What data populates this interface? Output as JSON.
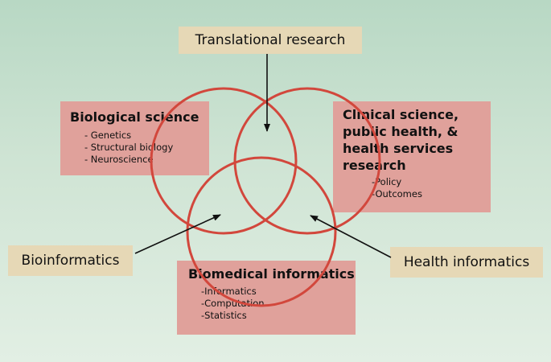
{
  "colors": {
    "circle_stroke": "#d2473c",
    "box_pink": "#e0a19b",
    "box_tan": "#e6d8b6",
    "arrow": "#111111",
    "background_top": "#b8d8c4",
    "background_bottom": "#e2efe4"
  },
  "labels": {
    "translational": "Translational research",
    "bioinformatics": "Bioinformatics",
    "health_informatics": "Health informatics"
  },
  "biological": {
    "title": "Biological science",
    "items": [
      "- Genetics",
      "- Structural biology",
      "- Neuroscience"
    ]
  },
  "clinical": {
    "title_lines": [
      "Clinical science,",
      "public health, &",
      "health services",
      "research"
    ],
    "items": [
      "-Policy",
      "-Outcomes"
    ]
  },
  "biomedical": {
    "title": "Biomedical informatics",
    "items": [
      "-Informatics",
      "-Computation",
      "-Statistics"
    ]
  }
}
